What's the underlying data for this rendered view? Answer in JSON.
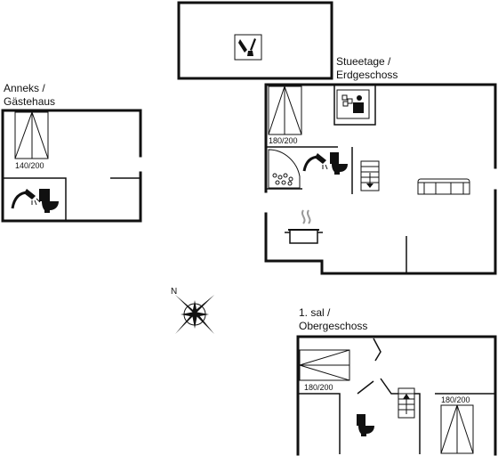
{
  "buildings": {
    "annex": {
      "title_line1": "Anneks /",
      "title_line2": "Gästehaus",
      "bed_size": "140/200"
    },
    "ground_floor": {
      "title_line1": "Stueetage /",
      "title_line2": "Erdgeschoss",
      "bed_size": "180/200"
    },
    "first_floor": {
      "title_line1": "1. sal /",
      "title_line2": "Obergeschoss",
      "bed_size_left": "180/200",
      "bed_size_right": "180/200"
    }
  },
  "compass": {
    "north_label": "N"
  },
  "icons": [
    "shower-icon",
    "toilet-icon",
    "bed-icon",
    "sofa-icon",
    "cooking-pot-icon",
    "spa-icon",
    "sauna-icon",
    "stairs-icon",
    "utility-icon",
    "compass-rose-icon"
  ]
}
